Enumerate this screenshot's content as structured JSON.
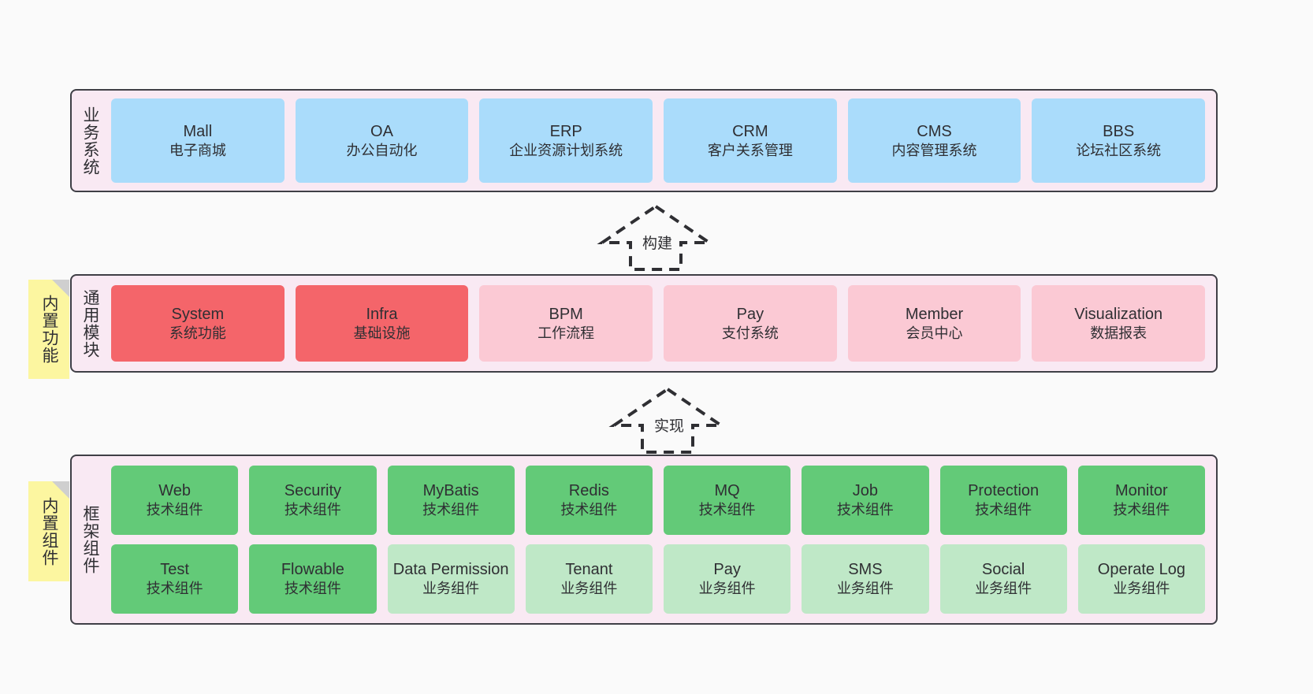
{
  "diagram": {
    "background": "#fafafa",
    "palette": {
      "band_fill": "#f9e9f3",
      "band_border": "#3f3f46",
      "business_card": "#aadcfb",
      "module_core": "#f4656a",
      "module_optional": "#fbc9d4",
      "component_tech": "#63ca78",
      "component_business": "#bfe8c7",
      "sticky_note": "#fcf6a0",
      "sticky_fold": "#cfcfcf"
    }
  },
  "sections": {
    "business": {
      "label": "业务系统",
      "cards": [
        {
          "title": "Mall",
          "sub": "电子商城"
        },
        {
          "title": "OA",
          "sub": "办公自动化"
        },
        {
          "title": "ERP",
          "sub": "企业资源计划系统"
        },
        {
          "title": "CRM",
          "sub": "客户关系管理"
        },
        {
          "title": "CMS",
          "sub": "内容管理系统"
        },
        {
          "title": "BBS",
          "sub": "论坛社区系统"
        }
      ]
    },
    "modules": {
      "label": "通用模块",
      "tab": "内置功能",
      "cards": [
        {
          "title": "System",
          "sub": "系统功能",
          "variant": "core"
        },
        {
          "title": "Infra",
          "sub": "基础设施",
          "variant": "core"
        },
        {
          "title": "BPM",
          "sub": "工作流程",
          "variant": "optional"
        },
        {
          "title": "Pay",
          "sub": "支付系统",
          "variant": "optional"
        },
        {
          "title": "Member",
          "sub": "会员中心",
          "variant": "optional"
        },
        {
          "title": "Visualization",
          "sub": "数据报表",
          "variant": "optional"
        }
      ]
    },
    "framework": {
      "label": "框架组件",
      "tab": "内置组件",
      "row1": [
        {
          "title": "Web",
          "sub": "技术组件",
          "variant": "tech"
        },
        {
          "title": "Security",
          "sub": "技术组件",
          "variant": "tech"
        },
        {
          "title": "MyBatis",
          "sub": "技术组件",
          "variant": "tech"
        },
        {
          "title": "Redis",
          "sub": "技术组件",
          "variant": "tech"
        },
        {
          "title": "MQ",
          "sub": "技术组件",
          "variant": "tech"
        },
        {
          "title": "Job",
          "sub": "技术组件",
          "variant": "tech"
        },
        {
          "title": "Protection",
          "sub": "技术组件",
          "variant": "tech"
        },
        {
          "title": "Monitor",
          "sub": "技术组件",
          "variant": "tech"
        }
      ],
      "row2": [
        {
          "title": "Test",
          "sub": "技术组件",
          "variant": "tech"
        },
        {
          "title": "Flowable",
          "sub": "技术组件",
          "variant": "tech"
        },
        {
          "title": "Data Permission",
          "sub": "业务组件",
          "variant": "business"
        },
        {
          "title": "Tenant",
          "sub": "业务组件",
          "variant": "business"
        },
        {
          "title": "Pay",
          "sub": "业务组件",
          "variant": "business"
        },
        {
          "title": "SMS",
          "sub": "业务组件",
          "variant": "business"
        },
        {
          "title": "Social",
          "sub": "业务组件",
          "variant": "business"
        },
        {
          "title": "Operate Log",
          "sub": "业务组件",
          "variant": "business"
        }
      ]
    }
  },
  "connectors": [
    {
      "label": "构建",
      "direction": "up",
      "style": "dashed-hollow-arrow",
      "from": "通用模块",
      "to": "业务系统"
    },
    {
      "label": "实现",
      "direction": "up",
      "style": "dashed-hollow-arrow",
      "from": "框架组件",
      "to": "通用模块"
    }
  ]
}
